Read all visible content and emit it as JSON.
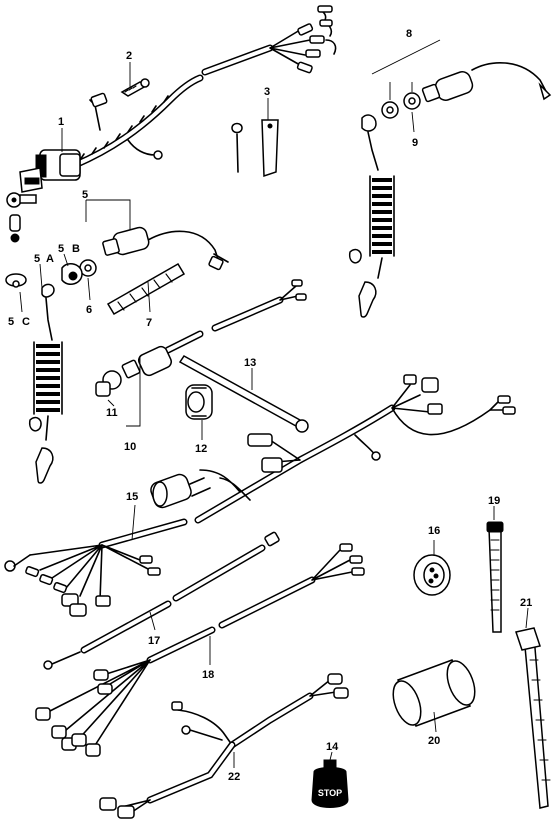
{
  "callouts": {
    "c1": "1",
    "c2": "2",
    "c3": "3",
    "c5": "5",
    "c5a_num": "5",
    "c5a_let": "A",
    "c5b_num": "5",
    "c5b_let": "B",
    "c5c_num": "5",
    "c5c_let": "C",
    "c6": "6",
    "c7": "7",
    "c8": "8",
    "c9": "9",
    "c10": "10",
    "c11": "11",
    "c12": "12",
    "c13": "13",
    "c14": "14",
    "c15": "15",
    "c16": "16",
    "c17": "17",
    "c18": "18",
    "c19": "19",
    "c20": "20",
    "c21": "21",
    "c22": "22"
  },
  "stop_switch_text": "STOP"
}
